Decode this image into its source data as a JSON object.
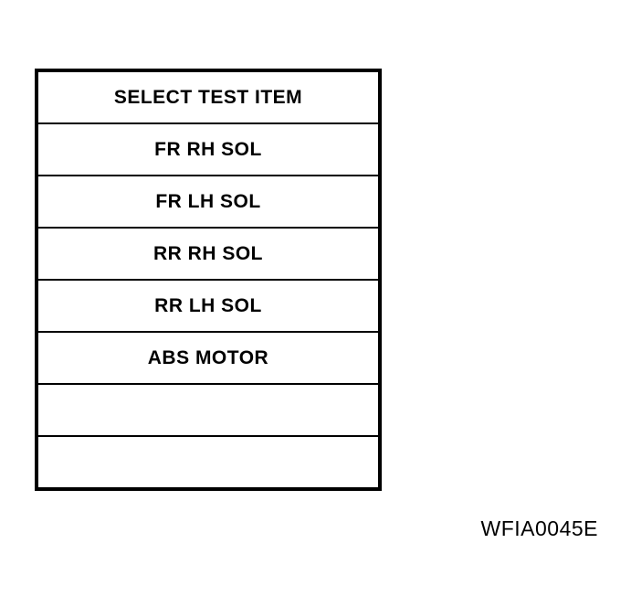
{
  "page": {
    "background_color": "#ffffff",
    "text_color": "#000000",
    "border_color": "#000000"
  },
  "screen_menu": {
    "rows": [
      {
        "label": "SELECT TEST ITEM",
        "type": "header"
      },
      {
        "label": "FR RH SOL",
        "type": "item"
      },
      {
        "label": "FR LH SOL",
        "type": "item"
      },
      {
        "label": "RR RH SOL",
        "type": "item"
      },
      {
        "label": "RR LH SOL",
        "type": "item"
      },
      {
        "label": "ABS MOTOR",
        "type": "item"
      },
      {
        "label": "",
        "type": "empty"
      },
      {
        "label": "",
        "type": "empty"
      }
    ]
  },
  "figure": {
    "code_label": "WFIA0045E"
  }
}
